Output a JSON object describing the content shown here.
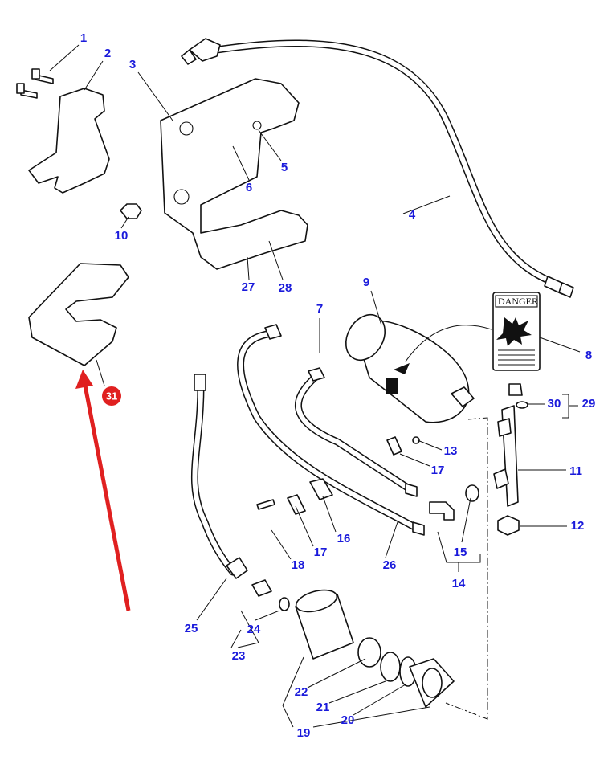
{
  "diagram": {
    "label_color": "#1a1adb",
    "highlight_color": "#e02020",
    "highlighted_part": "31",
    "labels": [
      "1",
      "2",
      "3",
      "4",
      "5",
      "6",
      "10",
      "9",
      "7",
      "8",
      "30",
      "29",
      "13",
      "17",
      "11",
      "16",
      "17",
      "18",
      "26",
      "15",
      "14",
      "12",
      "25",
      "24",
      "23",
      "22",
      "21",
      "20",
      "19",
      "27",
      "28",
      "31"
    ],
    "decal_text": "DANGER"
  }
}
